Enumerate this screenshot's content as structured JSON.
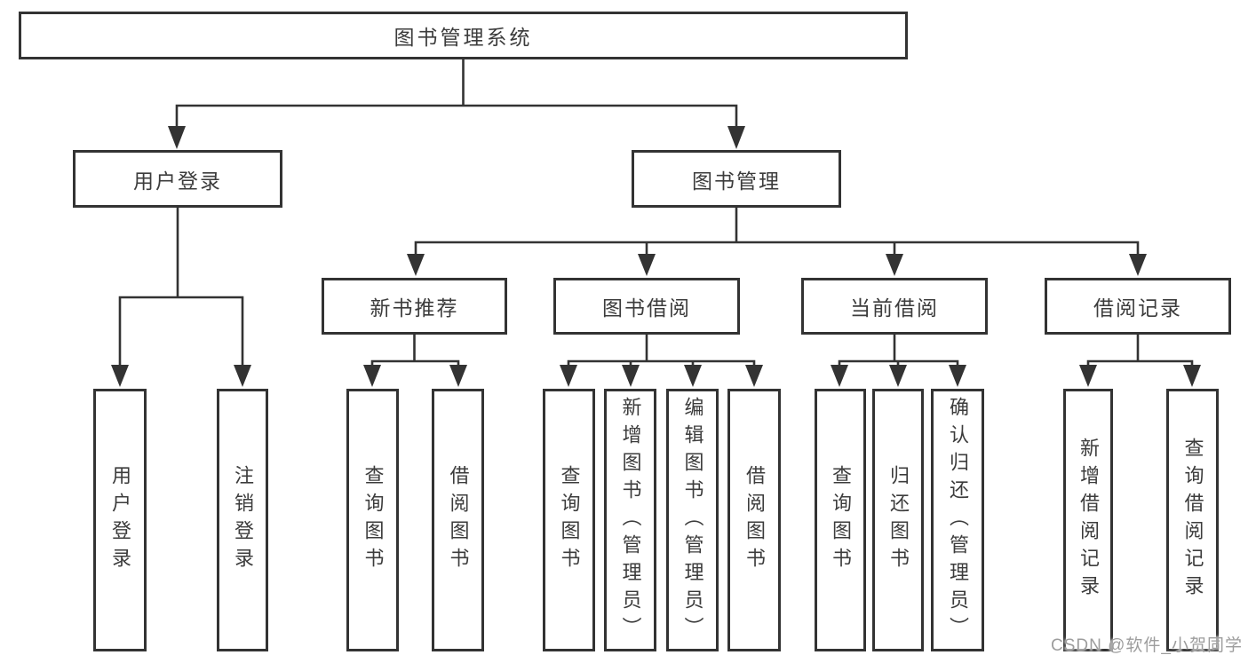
{
  "diagram": {
    "root": "图书管理系统",
    "level2": [
      "用户登录",
      "图书管理"
    ],
    "level3": [
      "新书推荐",
      "图书借阅",
      "当前借阅",
      "借阅记录"
    ],
    "leaves": [
      "用户登录",
      "注销登录",
      "查询图书",
      "借阅图书",
      "查询图书",
      "新增图书（管理员）",
      "编辑图书（管理员）",
      "借阅图书",
      "查询图书",
      "归还图书",
      "确认归还（管理员）",
      "新增借阅记录",
      "查询借阅记录"
    ]
  },
  "watermark": "CSDN @软件_小贺同学",
  "colors": {
    "line": "#333333",
    "box_border": "#333333",
    "text": "#3c3c3c",
    "watermark": "#9d9d9d",
    "background": "#ffffff"
  }
}
